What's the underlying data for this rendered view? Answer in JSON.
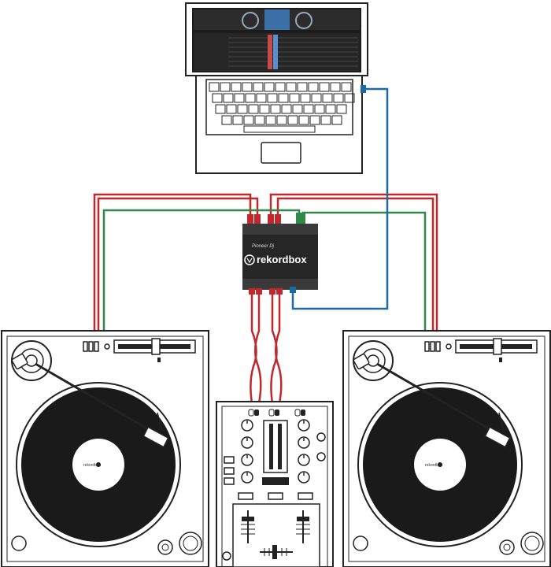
{
  "interface": {
    "brand": "Pioneer Dj",
    "logo_text": "rekordbox"
  },
  "platter_labels": {
    "left": "rekordbox",
    "right": "rekordbox"
  },
  "colors": {
    "line": "#222222",
    "audio_cable": "#c0282d",
    "ground_cable": "#2f8a4a",
    "usb_cable": "#1b6c9c",
    "record": "#1a1a1a",
    "interface_body": "#262626",
    "laptop_screen": "#1c1c1c"
  },
  "icons": {
    "logo": "rekordbox-logo-icon",
    "laptop": "laptop-icon",
    "turntable": "turntable-icon",
    "mixer": "mixer-icon",
    "interface": "audio-interface-icon"
  }
}
